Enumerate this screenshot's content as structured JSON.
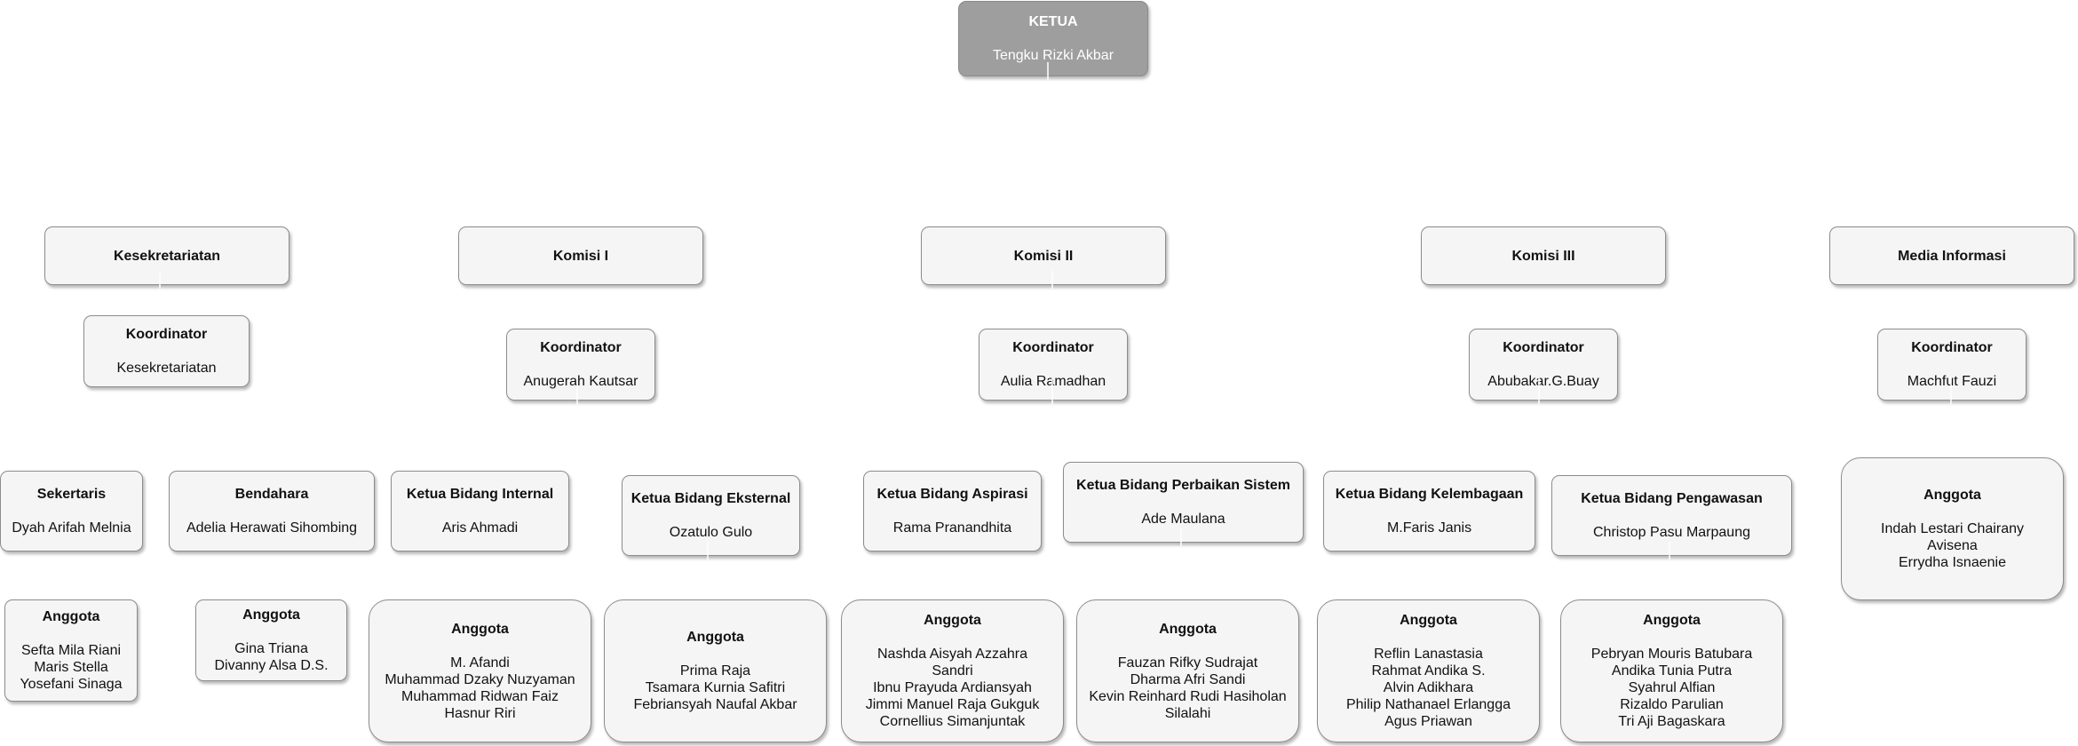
{
  "root": {
    "title": "KETUA",
    "name": "Tengku Rizki Akbar"
  },
  "sections": [
    {
      "title": "Kesekretariatan",
      "koordinator": {
        "title": "Koordinator",
        "name": "Kesekretariatan"
      },
      "roles": [
        {
          "title": "Sekertaris",
          "name": "Dyah Arifah Melnia",
          "anggota_title": "Anggota",
          "anggota": [
            "Sefta Mila Riani",
            "Maris Stella",
            "Yosefani Sinaga"
          ]
        },
        {
          "title": "Bendahara",
          "name": "Adelia Herawati Sihombing",
          "anggota_title": "Anggota",
          "anggota": [
            "Gina Triana",
            "Divanny Alsa D.S."
          ]
        }
      ]
    },
    {
      "title": "Komisi I",
      "koordinator": {
        "title": "Koordinator",
        "name": "Anugerah Kautsar"
      },
      "roles": [
        {
          "title": "Ketua Bidang Internal",
          "name": "Aris Ahmadi",
          "anggota_title": "Anggota",
          "anggota": [
            "M. Afandi",
            "Muhammad Dzaky Nuzyaman",
            "Muhammad Ridwan Faiz",
            "Hasnur Riri"
          ]
        },
        {
          "title": "Ketua Bidang Eksternal",
          "name": "Ozatulo Gulo",
          "anggota_title": "Anggota",
          "anggota": [
            "Prima Raja",
            "Tsamara Kurnia Safitri",
            "Febriansyah Naufal Akbar"
          ]
        }
      ]
    },
    {
      "title": "Komisi II",
      "koordinator": {
        "title": "Koordinator",
        "name": "Aulia Ramadhan"
      },
      "roles": [
        {
          "title": "Ketua Bidang Aspirasi",
          "name": "Rama Pranandhita",
          "anggota_title": "Anggota",
          "anggota": [
            "Nashda Aisyah Azzahra",
            "Sandri",
            "Ibnu Prayuda Ardiansyah",
            "Jimmi Manuel Raja Gukguk",
            "Cornellius Simanjuntak"
          ]
        },
        {
          "title": "Ketua Bidang Perbaikan Sistem",
          "name": "Ade Maulana",
          "anggota_title": "Anggota",
          "anggota": [
            "Fauzan Rifky Sudrajat",
            "Dharma Afri Sandi",
            "Kevin Reinhard Rudi Hasiholan",
            "Silalahi"
          ]
        }
      ]
    },
    {
      "title": "Komisi III",
      "koordinator": {
        "title": "Koordinator",
        "name": "Abubakar.G.Buay"
      },
      "roles": [
        {
          "title": "Ketua Bidang Kelembagaan",
          "name": "M.Faris Janis",
          "anggota_title": "Anggota",
          "anggota": [
            "Reflin Lanastasia",
            "Rahmat Andika S.",
            "Alvin Adikhara",
            "Philip Nathanael Erlangga",
            "Agus Priawan"
          ]
        },
        {
          "title": "Ketua Bidang Pengawasan",
          "name": "Christop Pasu Marpaung",
          "anggota_title": "Anggota",
          "anggota": [
            "Pebryan Mouris Batubara",
            "Andika Tunia Putra",
            "Syahrul Alfian",
            "Rizaldo Parulian",
            "Tri Aji Bagaskara"
          ]
        }
      ]
    },
    {
      "title": "Media Informasi",
      "koordinator": {
        "title": "Koordinator",
        "name": "Machfut Fauzi"
      },
      "roles": [],
      "anggota_title": "Anggota",
      "anggota": [
        "Indah Lestari Chairany",
        "Avisena",
        "Errydha Isnaenie"
      ]
    }
  ],
  "colors": {
    "root_fill": "#9e9e9e",
    "node_fill": "#f5f5f5",
    "node_border": "#8c8c8c",
    "connector": "#ffffff"
  }
}
